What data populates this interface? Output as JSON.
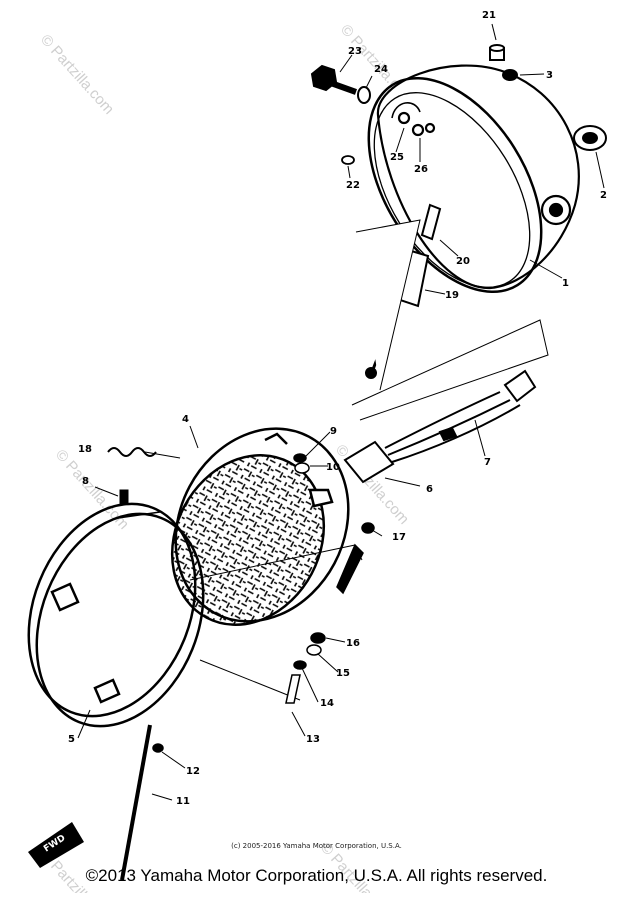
{
  "callouts": [
    "1",
    "2",
    "3",
    "4",
    "5",
    "6",
    "7",
    "8",
    "9",
    "10",
    "11",
    "12",
    "13",
    "14",
    "15",
    "16",
    "17",
    "18",
    "19",
    "20",
    "21",
    "22",
    "23",
    "24",
    "25",
    "26"
  ],
  "watermark": {
    "brand": "© Partzilla.com"
  },
  "fwd_label": "FWD",
  "copyright": {
    "small": "(c) 2005-2016 Yamaha Motor Corporation, U.S.A.",
    "main": "©2013 Yamaha Motor Corporation, U.S.A. All rights reserved."
  }
}
